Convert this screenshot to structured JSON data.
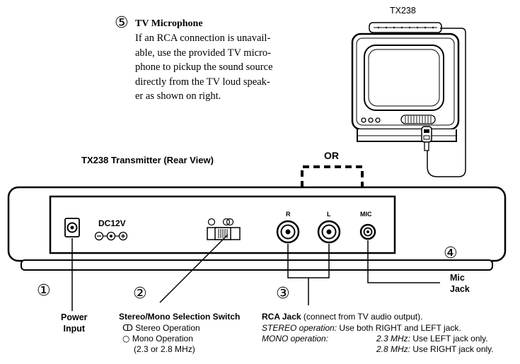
{
  "tv_mic_section": {
    "number": "⑤",
    "title": "TV Microphone",
    "body_lines": [
      "If an RCA connection is unavail-",
      "able, use the provided TV micro-",
      "phone to pickup the sound source",
      "directly from the TV loud speak-",
      "er as shown on right."
    ]
  },
  "tv_label": "TX238",
  "rear_view_title": "TX238 Transmitter (Rear View)",
  "or_label": "OR",
  "panel": {
    "dc_label": "DC12V",
    "jack_r": "R",
    "jack_l": "L",
    "jack_mic": "MIC"
  },
  "callouts": {
    "power": {
      "number": "①",
      "line1": "Power",
      "line2": "Input"
    },
    "switch": {
      "number": "②",
      "title": "Stereo/Mono Selection Switch",
      "stereo_symbol": "ↀ",
      "stereo_text": "Stereo Operation",
      "mono_symbol": "○",
      "mono_text": "Mono Operation",
      "mono_note": "(2.3 or 2.8 MHz)"
    },
    "rca": {
      "number": "③",
      "title_bold": "RCA Jack",
      "title_rest": " (connect from TV audio output).",
      "stereo_label": "STEREO operation:",
      "stereo_text": "Use both RIGHT and LEFT jack.",
      "mono_label": "MONO operation:",
      "mono_23_label": "2.3 MHz:",
      "mono_23_text": "Use LEFT jack only.",
      "mono_28_label": "2.8 MHz:",
      "mono_28_text": "Use RIGHT jack only."
    },
    "mic": {
      "number": "④",
      "line1": "Mic",
      "line2": "Jack"
    }
  }
}
